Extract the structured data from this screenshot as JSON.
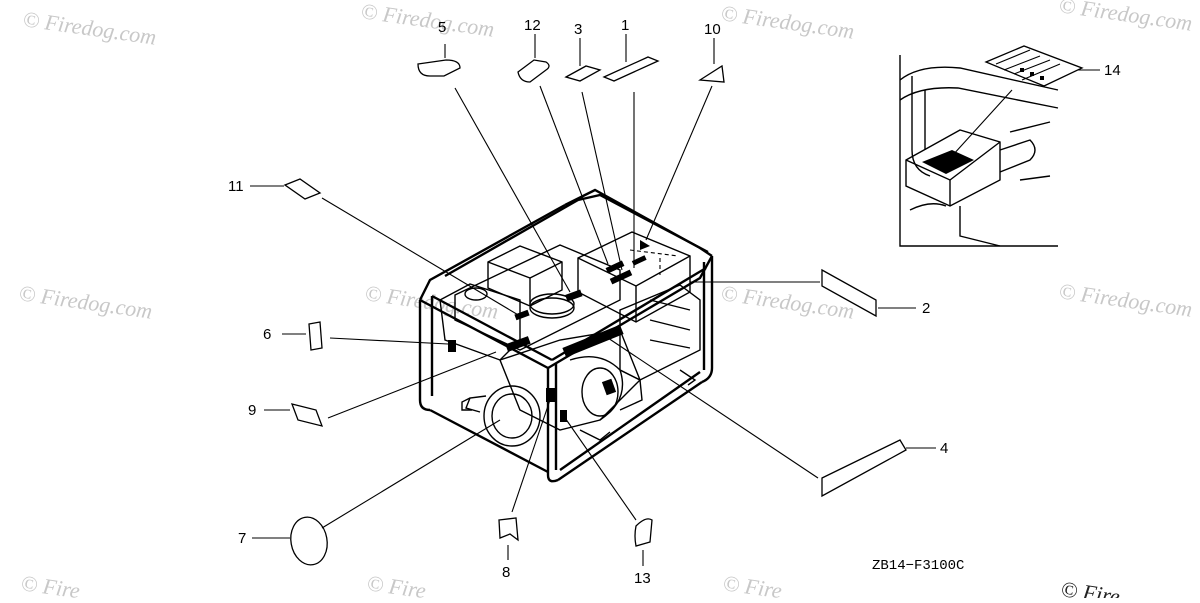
{
  "diagram": {
    "callouts": [
      "1",
      "2",
      "3",
      "4",
      "5",
      "6",
      "7",
      "8",
      "9",
      "10",
      "11",
      "12",
      "13",
      "14"
    ],
    "figure_code": "ZB14−F3100C",
    "watermark": "© Firedog.com",
    "watermark_partial": "© Fire"
  },
  "colors": {
    "line": "#000000",
    "watermark": "#c8c8c8",
    "background": "#ffffff"
  }
}
